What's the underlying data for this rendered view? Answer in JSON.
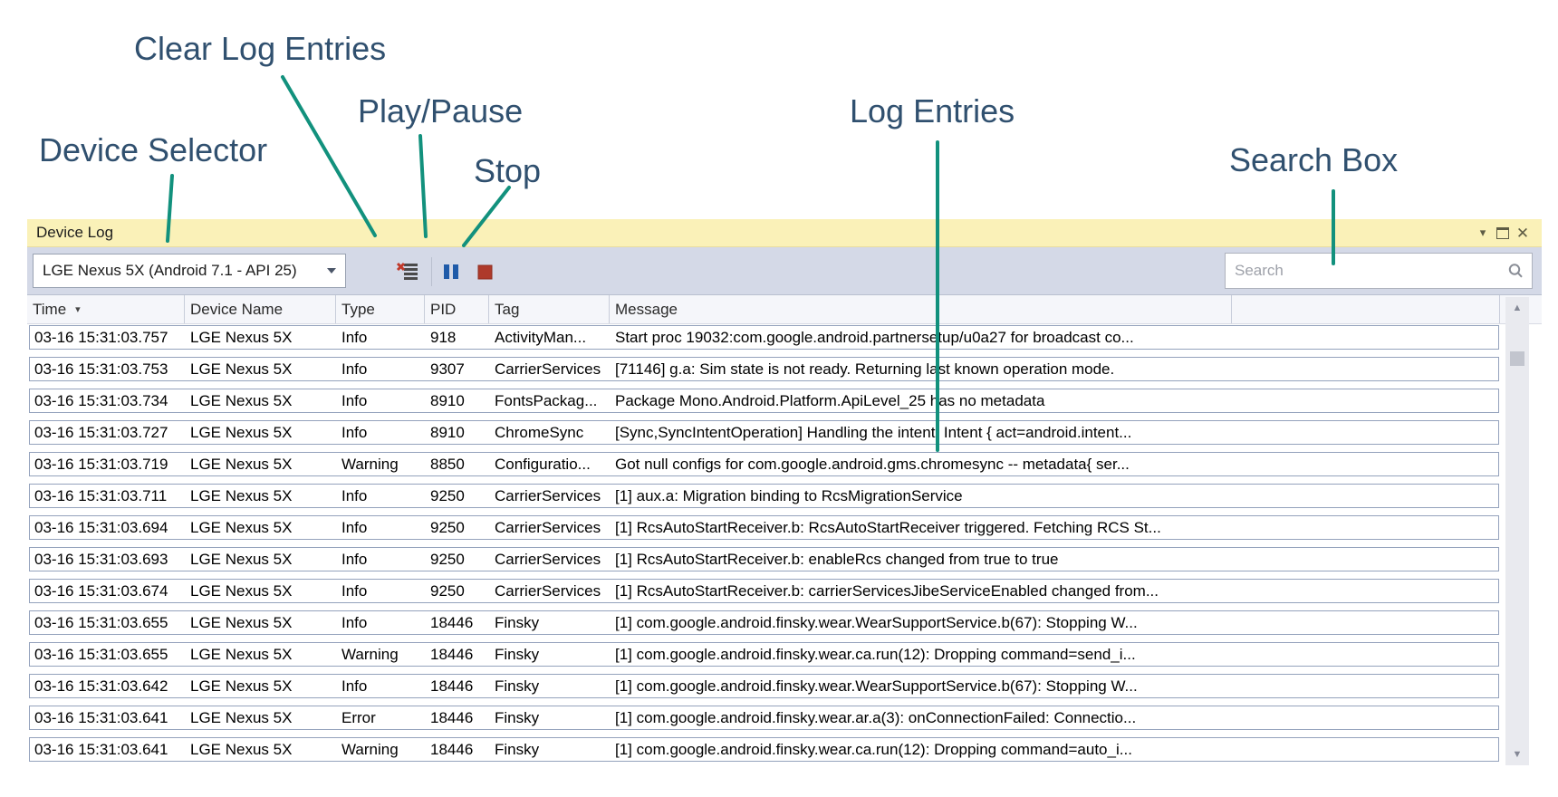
{
  "annotations": {
    "clear_log": "Clear Log Entries",
    "play_pause": "Play/Pause",
    "device_selector": "Device Selector",
    "stop": "Stop",
    "log_entries": "Log Entries",
    "search_box": "Search Box"
  },
  "window": {
    "title": "Device Log",
    "controls": {
      "menu_caret_glyph": "▾",
      "close_glyph": "✕"
    }
  },
  "toolbar": {
    "device_selector_value": "LGE Nexus 5X (Android 7.1 - API 25)",
    "search_placeholder": "Search"
  },
  "icons": {
    "clear_log": "clear-log-icon",
    "pause": "pause-icon",
    "stop": "stop-icon",
    "search": "magnifier-icon"
  },
  "ui": {
    "sort_caret_glyph": "▾",
    "scroll_up_glyph": "▲",
    "scroll_down_glyph": "▼"
  },
  "colors": {
    "annotation_text": "#30506F",
    "annotation_line": "#12917D",
    "titlebar_yellow": "#FAF1B8",
    "toolbar_gray": "#D4D9E7",
    "pause_blue": "#1F5BA9",
    "stop_red": "#AE3A2B",
    "clear_x_red": "#C0392B",
    "row_border": "#94A2BC"
  },
  "table": {
    "columns": [
      "Time",
      "Device Name",
      "Type",
      "PID",
      "Tag",
      "Message"
    ],
    "rows": [
      {
        "time": "03-16 15:31:03.757",
        "device": "LGE Nexus 5X",
        "type": "Info",
        "pid": "918",
        "tag": "ActivityMan...",
        "message": "Start proc 19032:com.google.android.partnersetup/u0a27 for broadcast co..."
      },
      {
        "time": "03-16 15:31:03.753",
        "device": "LGE Nexus 5X",
        "type": "Info",
        "pid": "9307",
        "tag": "CarrierServices",
        "message": "[71146] g.a: Sim state is not ready. Returning last known operation mode."
      },
      {
        "time": "03-16 15:31:03.734",
        "device": "LGE Nexus 5X",
        "type": "Info",
        "pid": "8910",
        "tag": "FontsPackag...",
        "message": "Package Mono.Android.Platform.ApiLevel_25 has no metadata"
      },
      {
        "time": "03-16 15:31:03.727",
        "device": "LGE Nexus 5X",
        "type": "Info",
        "pid": "8910",
        "tag": "ChromeSync",
        "message": "[Sync,SyncIntentOperation] Handling the intent: Intent { act=android.intent..."
      },
      {
        "time": "03-16 15:31:03.719",
        "device": "LGE Nexus 5X",
        "type": "Warning",
        "pid": "8850",
        "tag": "Configuratio...",
        "message": "Got null configs for com.google.android.gms.chromesync -- metadata{ ser..."
      },
      {
        "time": "03-16 15:31:03.711",
        "device": "LGE Nexus 5X",
        "type": "Info",
        "pid": "9250",
        "tag": "CarrierServices",
        "message": "[1] aux.a: Migration binding to RcsMigrationService"
      },
      {
        "time": "03-16 15:31:03.694",
        "device": "LGE Nexus 5X",
        "type": "Info",
        "pid": "9250",
        "tag": "CarrierServices",
        "message": "[1] RcsAutoStartReceiver.b: RcsAutoStartReceiver triggered. Fetching RCS St..."
      },
      {
        "time": "03-16 15:31:03.693",
        "device": "LGE Nexus 5X",
        "type": "Info",
        "pid": "9250",
        "tag": "CarrierServices",
        "message": "[1] RcsAutoStartReceiver.b: enableRcs changed from true to true"
      },
      {
        "time": "03-16 15:31:03.674",
        "device": "LGE Nexus 5X",
        "type": "Info",
        "pid": "9250",
        "tag": "CarrierServices",
        "message": "[1] RcsAutoStartReceiver.b: carrierServicesJibeServiceEnabled changed from..."
      },
      {
        "time": "03-16 15:31:03.655",
        "device": "LGE Nexus 5X",
        "type": "Info",
        "pid": "18446",
        "tag": "Finsky",
        "message": "[1] com.google.android.finsky.wear.WearSupportService.b(67): Stopping W..."
      },
      {
        "time": "03-16 15:31:03.655",
        "device": "LGE Nexus 5X",
        "type": "Warning",
        "pid": "18446",
        "tag": "Finsky",
        "message": "[1] com.google.android.finsky.wear.ca.run(12): Dropping command=send_i..."
      },
      {
        "time": "03-16 15:31:03.642",
        "device": "LGE Nexus 5X",
        "type": "Info",
        "pid": "18446",
        "tag": "Finsky",
        "message": "[1] com.google.android.finsky.wear.WearSupportService.b(67): Stopping W..."
      },
      {
        "time": "03-16 15:31:03.641",
        "device": "LGE Nexus 5X",
        "type": "Error",
        "pid": "18446",
        "tag": "Finsky",
        "message": "[1] com.google.android.finsky.wear.ar.a(3): onConnectionFailed: Connectio..."
      },
      {
        "time": "03-16 15:31:03.641",
        "device": "LGE Nexus 5X",
        "type": "Warning",
        "pid": "18446",
        "tag": "Finsky",
        "message": "[1] com.google.android.finsky.wear.ca.run(12): Dropping command=auto_i..."
      }
    ]
  }
}
